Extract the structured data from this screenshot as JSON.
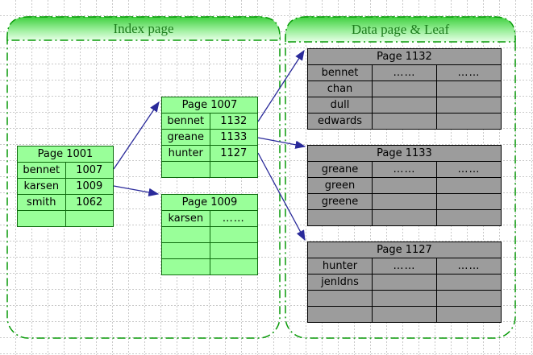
{
  "containers": [
    {
      "id": "index",
      "label": "Index page"
    },
    {
      "id": "data",
      "label": "Data page & Leaf"
    }
  ],
  "tables": [
    {
      "id": "page1001",
      "title": "Page 1001",
      "style": "index",
      "rows": [
        [
          "bennet",
          "1007"
        ],
        [
          "karsen",
          "1009"
        ],
        [
          "smith",
          "1062"
        ],
        [
          "",
          ""
        ]
      ]
    },
    {
      "id": "page1007",
      "title": "Page 1007",
      "style": "index",
      "rows": [
        [
          "bennet",
          "1132"
        ],
        [
          "greane",
          "1133"
        ],
        [
          "hunter",
          "1127"
        ],
        [
          "",
          ""
        ]
      ]
    },
    {
      "id": "page1009",
      "title": "Page 1009",
      "style": "index",
      "rows": [
        [
          "karsen",
          "……"
        ],
        [
          "",
          ""
        ],
        [
          "",
          ""
        ],
        [
          "",
          ""
        ]
      ]
    },
    {
      "id": "page1132",
      "title": "Page 1132",
      "style": "data",
      "rows": [
        [
          "bennet",
          "……",
          "……"
        ],
        [
          "chan",
          "",
          ""
        ],
        [
          "dull",
          "",
          ""
        ],
        [
          "edwards",
          "",
          ""
        ]
      ]
    },
    {
      "id": "page1133",
      "title": "Page 1133",
      "style": "data",
      "rows": [
        [
          "greane",
          "……",
          "……"
        ],
        [
          "green",
          "",
          ""
        ],
        [
          "greene",
          "",
          ""
        ],
        [
          "",
          "",
          ""
        ]
      ]
    },
    {
      "id": "page1127",
      "title": "Page 1127",
      "style": "data",
      "rows": [
        [
          "hunter",
          "……",
          "……"
        ],
        [
          "jenldns",
          "",
          ""
        ],
        [
          "",
          "",
          ""
        ],
        [
          "",
          "",
          ""
        ]
      ]
    }
  ],
  "links": [
    {
      "from": "Page 1001 / bennet",
      "to": "Page 1007"
    },
    {
      "from": "Page 1001 / karsen",
      "to": "Page 1009"
    },
    {
      "from": "Page 1007 / bennet",
      "to": "Page 1132"
    },
    {
      "from": "Page 1007 / greane",
      "to": "Page 1133"
    },
    {
      "from": "Page 1007 / hunter",
      "to": "Page 1127"
    }
  ],
  "colors": {
    "index_table_fill": "#99ff99",
    "index_table_border": "#0e6b0e",
    "data_table_fill": "#9c9c9c",
    "data_table_border": "#000000",
    "container_border": "#089a08",
    "header_gradient_top": "#3fd03f",
    "header_gradient_bottom": "#e6ffe6",
    "header_text": "#1d7c1d",
    "arrow": "#2a2a9a",
    "grid_line": "#c9c9c9"
  }
}
